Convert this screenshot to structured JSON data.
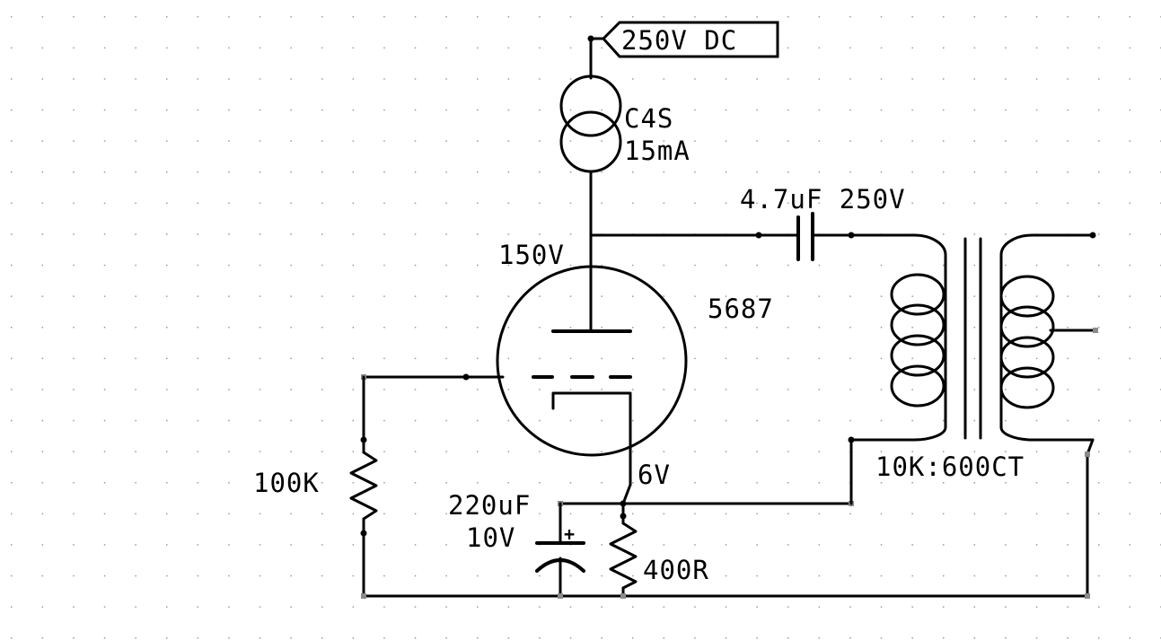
{
  "supply": {
    "label": "250V DC"
  },
  "ccs": {
    "name": "C4S",
    "current": "15mA"
  },
  "tube": {
    "type": "5687",
    "plate_voltage": "150V",
    "cathode_voltage": "6V"
  },
  "coupling_cap": {
    "label": "4.7uF 250V"
  },
  "grid_resistor": {
    "label": "100K"
  },
  "cathode_cap": {
    "value": "220uF",
    "voltage": "10V",
    "polarity": "+"
  },
  "cathode_resistor": {
    "label": "400R"
  },
  "transformer": {
    "label": "10K:600CT"
  }
}
